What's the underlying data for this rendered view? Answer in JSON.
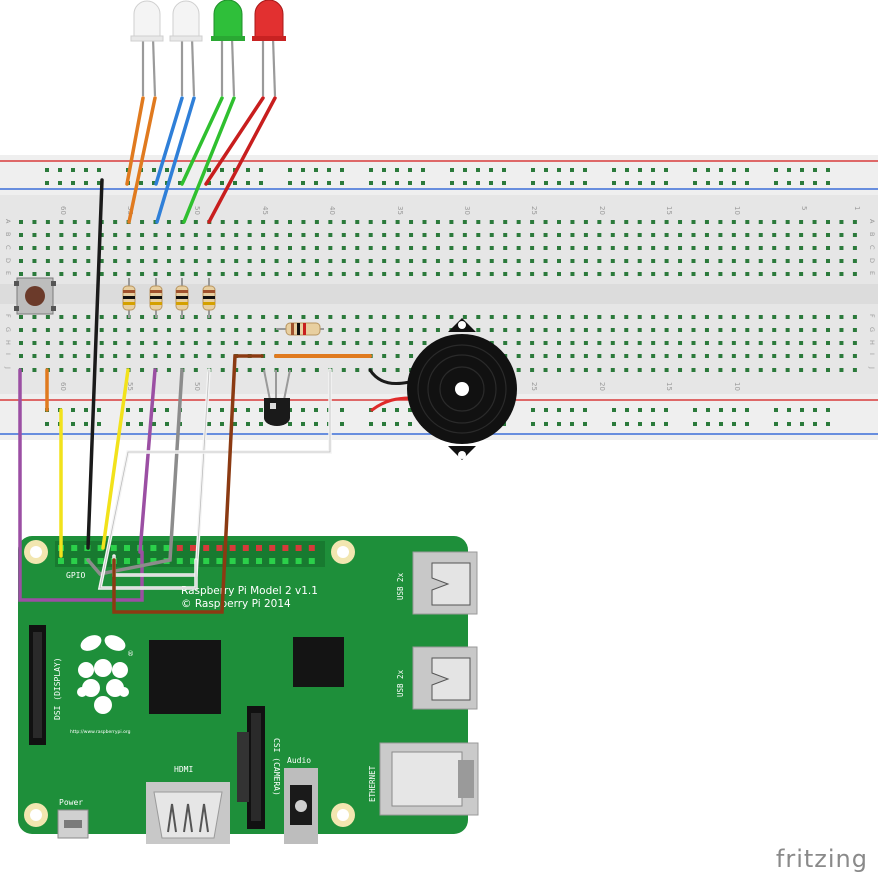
{
  "breadboard": {
    "column_numbers": [
      "60",
      "55",
      "50",
      "45",
      "40",
      "35",
      "30",
      "25",
      "20",
      "15",
      "10",
      "5",
      "1"
    ],
    "lower_column_numbers": [
      "60",
      "55",
      "50",
      "25",
      "20",
      "15",
      "10"
    ],
    "row_letters_top": [
      "A",
      "B",
      "C",
      "D",
      "E"
    ],
    "row_letters_bottom": [
      "F",
      "G",
      "H",
      "I",
      "J"
    ]
  },
  "board": {
    "model_line1": "Raspberry Pi Model 2 v1.1",
    "model_line2": "© Raspberry Pi 2014",
    "gpio_label": "GPIO",
    "dsi_label": "DSI (DISPLAY)",
    "csi_label": "CSI (CAMERA)",
    "hdmi_label": "HDMI",
    "audio_label": "Audio",
    "power_label": "Power",
    "usb_label_1": "USB 2x",
    "usb_label_2": "USB 2x",
    "ethernet_label": "ETHERNET",
    "website": "http://www.raspberrypi.org"
  },
  "leds": [
    {
      "color": "white"
    },
    {
      "color": "white"
    },
    {
      "color": "green"
    },
    {
      "color": "red"
    }
  ],
  "colors": {
    "pcb": "#1e8f3a",
    "breadboard": "#e8e8e8",
    "rail_red": "#d93b3b",
    "rail_blue": "#3b6fd9",
    "wire_orange": "#e07a1f",
    "wire_blue": "#2f7fd8",
    "wire_green": "#2fc02f",
    "wire_red": "#c81e1e",
    "wire_black": "#1a1a1a",
    "wire_yellow": "#f2e21b",
    "wire_purple": "#9b4fa3",
    "wire_gray": "#8c8c8c",
    "wire_white": "#f0f0f0",
    "wire_brown": "#8b3a12"
  },
  "footer": {
    "brand": "fritzing"
  }
}
